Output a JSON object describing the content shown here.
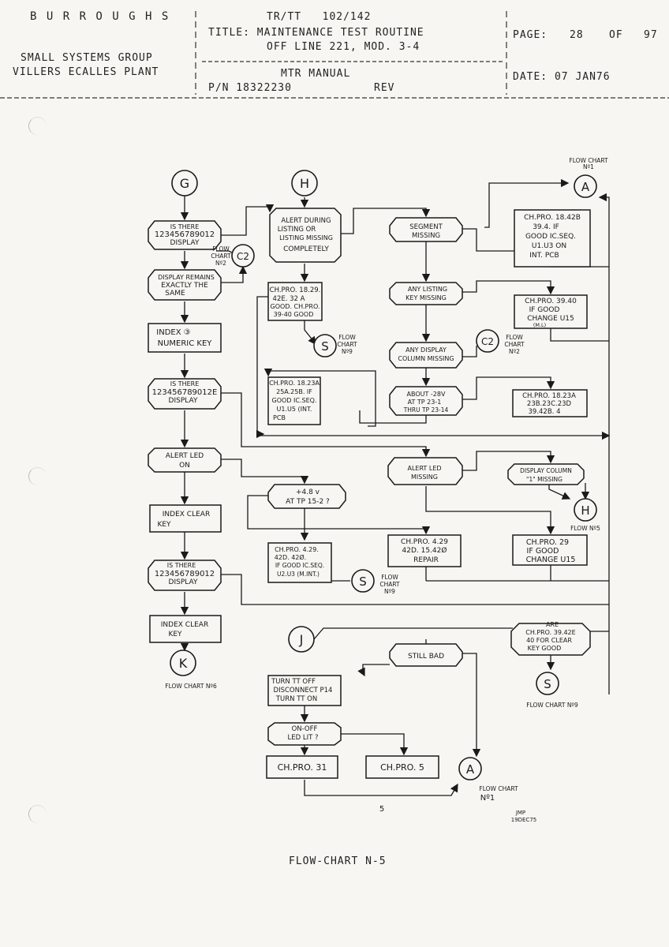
{
  "header": {
    "company": "B U R R O U G H S",
    "group": "SMALL SYSTEMS GROUP",
    "plant": "VILLERS ECALLES PLANT",
    "model": "TR/TT   102/142",
    "title_1": "TITLE: MAINTENANCE TEST ROUTINE",
    "title_2": "OFF LINE 221, MOD. 3-4",
    "manual": "MTR MANUAL",
    "pn": "P/N 18322230",
    "rev": "REV",
    "page_label": "PAGE:",
    "page_num": "28",
    "page_of": "OF",
    "page_total": "97",
    "date": "DATE: 07 JAN76"
  },
  "flow": {
    "g": "G",
    "h": "H",
    "a": "A",
    "s": "S",
    "c2": "C2",
    "j": "J",
    "k": "K",
    "fc1": "FLOW CHART",
    "fc1b": "Nº1",
    "fc2a": "FLOW",
    "fc2b": "CHART",
    "fc2c": "Nº2",
    "fc9a": "FLOW",
    "fc9b": "CHART",
    "fc9c": "Nº9",
    "fc5": "FLOW Nº5",
    "fc6": "FLOW CHART Nº6",
    "fc9": "FLOW CHART Nº9",
    "fc1c": "FLOW CHART",
    "fc1d": "Nº1",
    "g1a": "IS THERE",
    "g1b": "123456789012",
    "g1c": "DISPLAY",
    "g2a": "DISPLAY REMAINS",
    "g2b": "EXACTLY THE",
    "g2c": "SAME",
    "g3a": "INDEX ③",
    "g3b": "NUMERIC KEY",
    "g4a": "IS THERE",
    "g4b": "123456789012E",
    "g4c": "DISPLAY",
    "g5a": "ALERT LED",
    "g5b": "ON",
    "g6a": "INDEX CLEAR",
    "g6b": "KEY",
    "g7a": "IS THERE",
    "g7b": "123456789012",
    "g7c": "DISPLAY",
    "g8a": "INDEX CLEAR",
    "g8b": "KEY",
    "h1a": "ALERT DURING",
    "h1b": "LISTING OR",
    "h1c": "LISTING MISSING",
    "h1d": "COMPLETELY",
    "h2a": "CH.PRO. 18.29.",
    "h2b": "42E. 32 A",
    "h2c": "GOOD. CH.PRO.",
    "h2d": "39-40 GOOD",
    "h3a": "CH.PRO. 18.23A",
    "h3b": "25A.25B. IF",
    "h3c": "GOOD IC.SEQ.",
    "h3d": "U1.U5 (INT.",
    "h3e": "PCB",
    "h4a": "+4.8 v",
    "h4b": "AT TP 15-2 ?",
    "h5a": "CH.PRO. 4.29.",
    "h5b": "42D. 42Ø.",
    "h5c": "IF GOOD IC.SEQ.",
    "h5d": "U2.U3 (M.INT.)",
    "m1a": "SEGMENT",
    "m1b": "MISSING",
    "m2a": "ANY LISTING",
    "m2b": "KEY MISSING",
    "m3a": "ANY DISPLAY",
    "m3b": "COLUMN MISSING",
    "m4a": "ABOUT -28V",
    "m4b": "AT TP 23-1",
    "m4c": "THRU TP 23-14",
    "m5a": "ALERT LED",
    "m5b": "MISSING",
    "m6a": "CH.PRO. 4.29",
    "m6b": "42D. 15.42Ø",
    "m6c": "REPAIR",
    "r1a": "CH.PRO. 18.42B",
    "r1b": "39.4. IF",
    "r1c": "GOOD IC.SEQ.",
    "r1d": "U1.U3 ON",
    "r1e": "INT. PCB",
    "r2a": "CH.PRO. 39.40",
    "r2b": "IF GOOD",
    "r2c": "CHANGE U15",
    "r2d": "(M.L)",
    "r3a": "CH.PRO. 18.23A",
    "r3b": "23B.23C.23D",
    "r3c": "39.42B. 4",
    "r4a": "DISPLAY COLUMN",
    "r4b": "\"1\" MISSING",
    "r5a": "CH.PRO. 29",
    "r5b": "IF GOOD",
    "r5c": "CHANGE U15",
    "r6a": "ARE",
    "r6b": "CH.PRO. 39.42E",
    "r6c": "40 FOR CLEAR",
    "r6d": "KEY GOOD",
    "j1": "STILL BAD",
    "j2a": "TURN TT OFF",
    "j2b": "DISCONNECT P14",
    "j2c": "TURN TT ON",
    "j3a": "ON-OFF",
    "j3b": "LED LIT ?",
    "j4": "CH.PRO. 31",
    "j5": "CH.PRO. 5"
  },
  "footer": {
    "page_mark": "5",
    "initials_1": "JMP",
    "initials_2": "19DEC75",
    "caption": "FLOW-CHART N-5"
  }
}
